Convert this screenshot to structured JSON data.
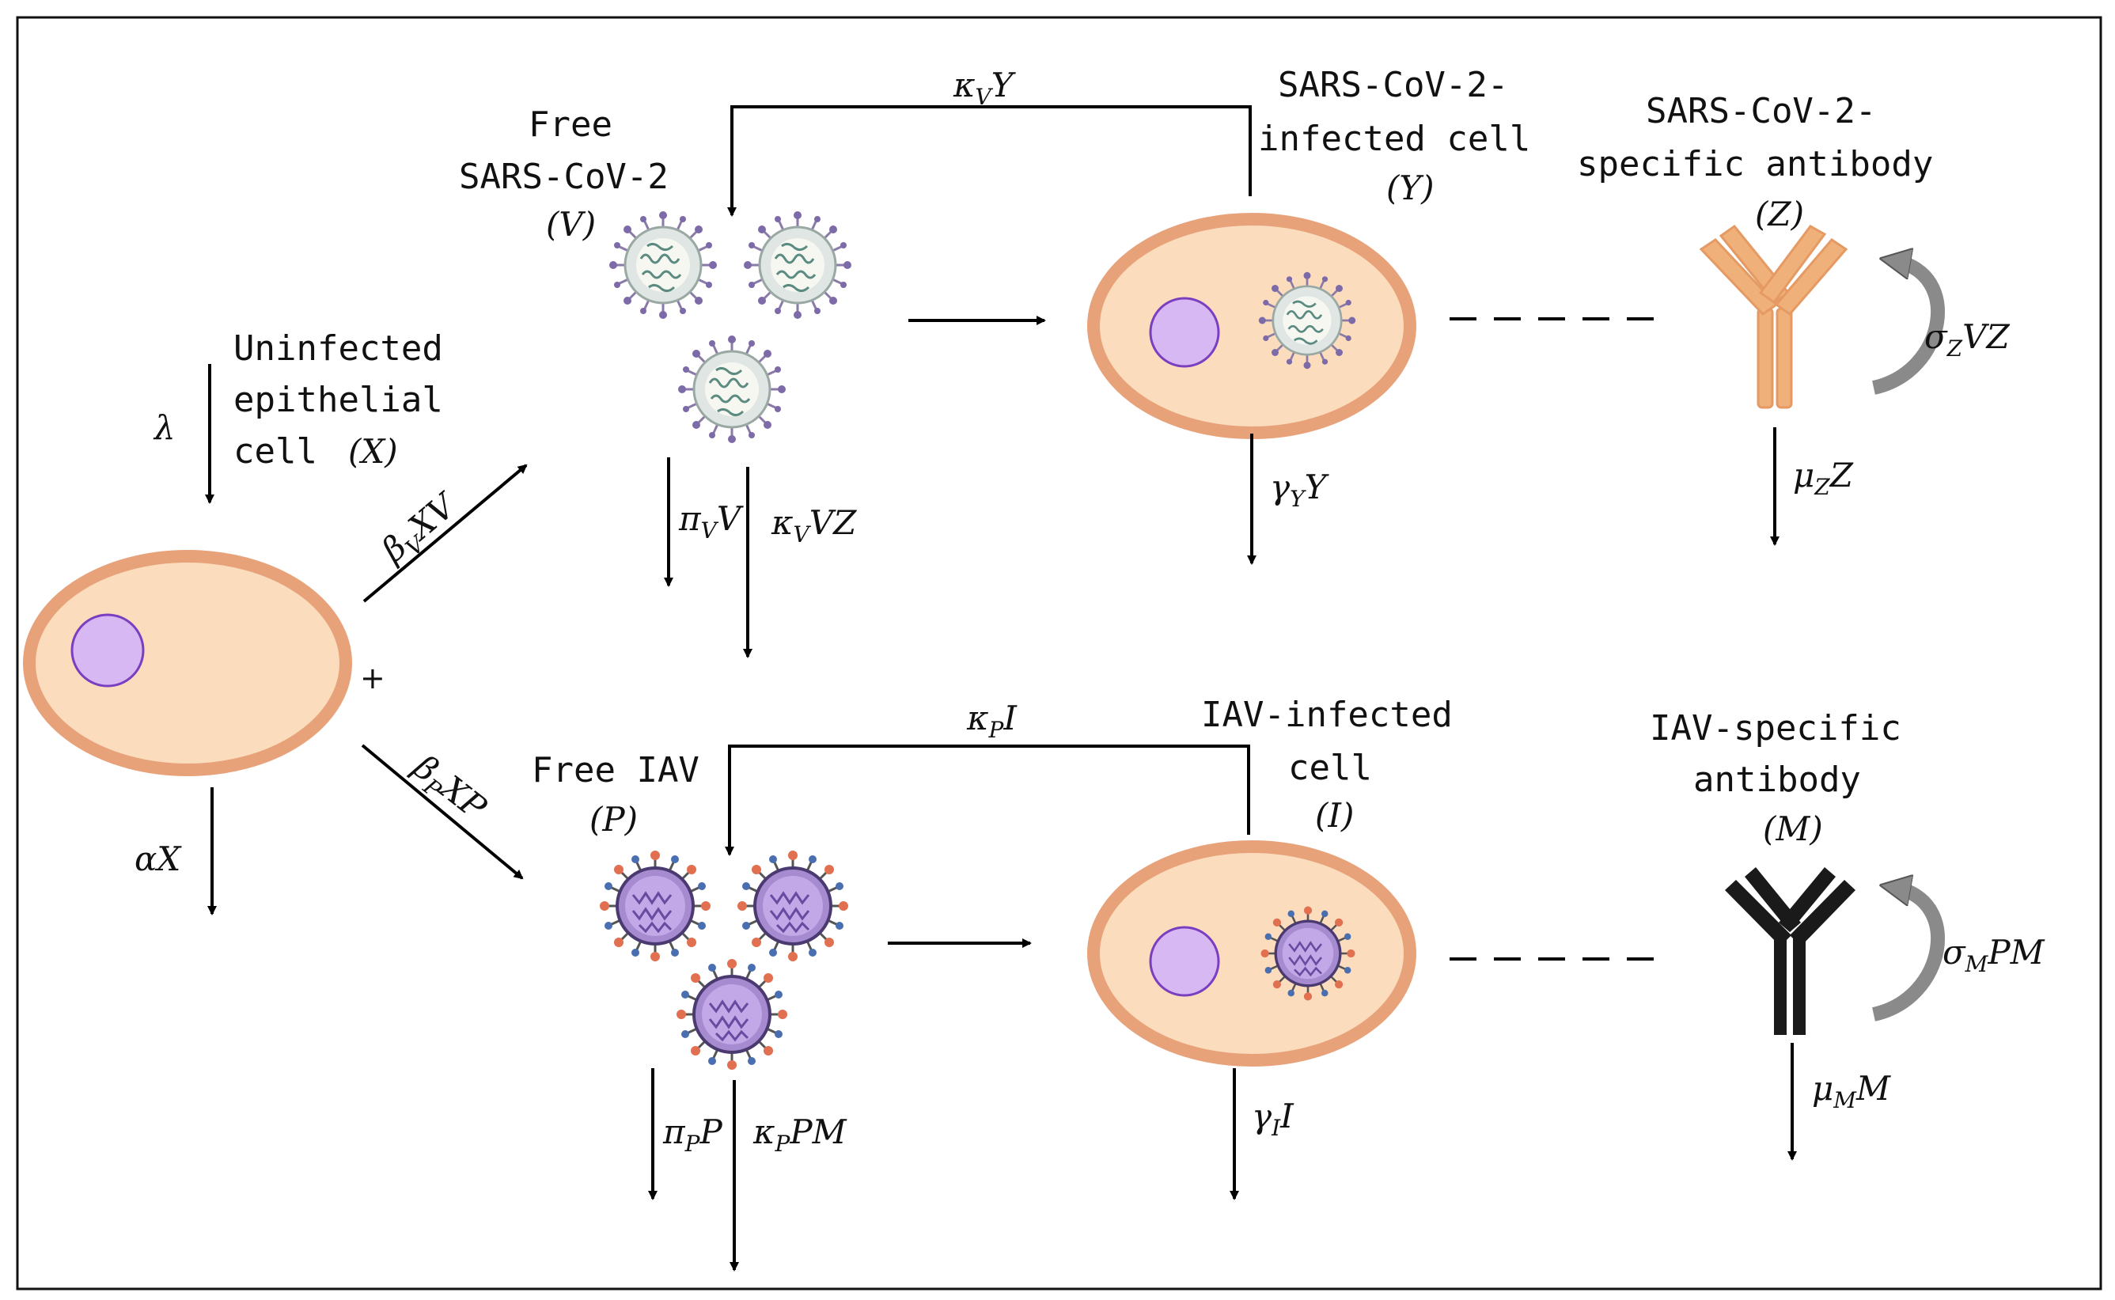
{
  "colors": {
    "cell_border": "#e8a27a",
    "cell_fill": "#fbdcbd",
    "nucleus_fill": "#d7b8f3",
    "nucleus_border": "#7a3fc0",
    "sars_antibody": "#f0b07a",
    "iav_antibody": "#1a1a1a",
    "curved_arrow": "#8a8a8a",
    "iav_virion_fill": "#a68bd0",
    "sars_virion_fill": "#dfe6e3"
  },
  "labels": {
    "uninfected_line1": "Uninfected",
    "uninfected_line2": "epithelial",
    "uninfected_line3": "cell",
    "uninfected_sym": "(X)",
    "free_sars_line1": "Free",
    "free_sars_line2": "SARS-CoV-2",
    "free_sars_sym": "(V)",
    "sars_infected_line1": "SARS-CoV-2-",
    "sars_infected_line2": "infected cell",
    "sars_infected_sym": "(Y)",
    "sars_ab_line1": "SARS-CoV-2-",
    "sars_ab_line2": "specific antibody",
    "sars_ab_sym": "(Z)",
    "free_iav_line1": "Free IAV",
    "free_iav_sym": "(P)",
    "iav_infected_line1": "IAV-infected",
    "iav_infected_line2": "cell",
    "iav_infected_sym": "(I)",
    "iav_ab_line1": "IAV-specific",
    "iav_ab_line2": "antibody",
    "iav_ab_sym": "(M)",
    "plus": "+"
  },
  "rates": {
    "lambda": "λ",
    "alpha": {
      "main": "αX"
    },
    "beta_v": {
      "main": "β",
      "sub": "V",
      "rest": "XV"
    },
    "beta_p": {
      "main": "β",
      "sub": "P",
      "rest": "XP"
    },
    "kappa_v_y": {
      "main": "κ",
      "sub": "V",
      "rest": "Y"
    },
    "kappa_p_i": {
      "main": "κ",
      "sub": "P",
      "rest": "I"
    },
    "pi_v": {
      "main": "π",
      "sub": "V",
      "rest": "V"
    },
    "kappa_v_vz": {
      "main": "κ",
      "sub": "V",
      "rest": "VZ"
    },
    "pi_p": {
      "main": "π",
      "sub": "P",
      "rest": "P"
    },
    "kappa_p_pm": {
      "main": "κ",
      "sub": "P",
      "rest": "PM"
    },
    "gamma_y": {
      "main": "γ",
      "sub": "Y",
      "rest": "Y"
    },
    "gamma_i": {
      "main": "γ",
      "sub": "I",
      "rest": "I"
    },
    "sigma_z": {
      "main": "σ",
      "sub": "Z",
      "rest": "VZ"
    },
    "sigma_m": {
      "main": "σ",
      "sub": "M",
      "rest": "PM"
    },
    "mu_z": {
      "main": "μ",
      "sub": "Z",
      "rest": "Z"
    },
    "mu_m": {
      "main": "μ",
      "sub": "M",
      "rest": "M"
    }
  }
}
